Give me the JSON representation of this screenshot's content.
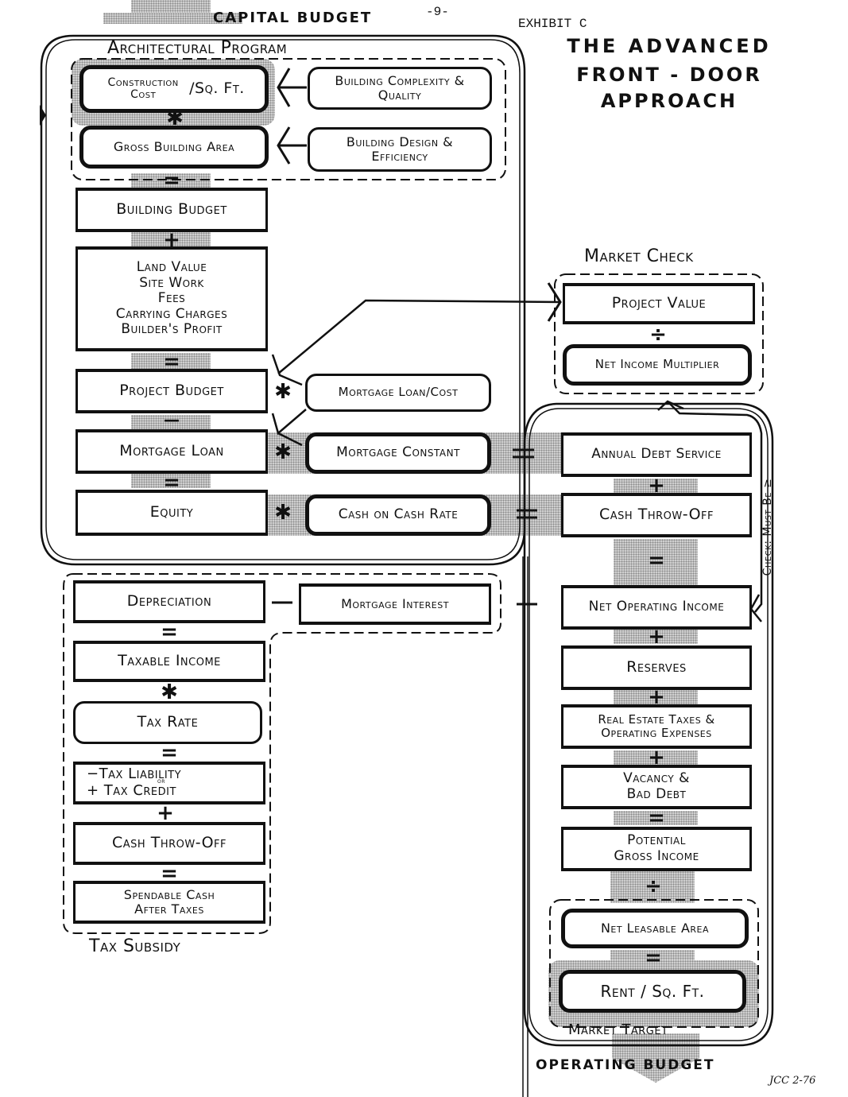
{
  "page_number": "-9-",
  "exhibit": "EXHIBIT C",
  "title": {
    "line1": "THE ADVANCED",
    "line2": "FRONT - DOOR",
    "line3": "APPROACH"
  },
  "sections": {
    "capital_budget": "CAPITAL BUDGET",
    "operating_budget": "OPERATING BUDGET",
    "architectural_program": "Architectural Program",
    "market_check": "Market Check",
    "tax_subsidy": "Tax Subsidy",
    "market_target": "Market Target"
  },
  "capital": {
    "construction_cost": "Construction Cost",
    "per_sqft": "/Sq. Ft.",
    "complexity": "Building Complexity & Quality",
    "gross_area": "Gross Building Area",
    "design": "Building Design & Efficiency",
    "building_budget": "Building Budget",
    "soft_costs": [
      "Land Value",
      "Site Work",
      "Fees",
      "Carrying Charges",
      "Builder's Profit"
    ],
    "project_budget": "Project Budget",
    "loan_cost": "Mortgage Loan/Cost",
    "mortgage_loan": "Mortgage Loan",
    "mortgage_constant": "Mortgage Constant",
    "equity": "Equity",
    "cash_rate": "Cash on Cash Rate"
  },
  "market": {
    "project_value": "Project Value",
    "multiplier": "Net Income Multiplier"
  },
  "operating": {
    "debt_service": "Annual Debt Service",
    "cash_throw_off": "Cash Throw-Off",
    "noi": "Net Operating Income",
    "check_note": "Check: Must Be ≥",
    "reserves": "Reserves",
    "taxes_line1": "Real Estate Taxes &",
    "taxes_line2": "Operating Expenses",
    "vacancy_line1": "Vacancy &",
    "vacancy_line2": "Bad Debt",
    "pgi_line1": "Potential",
    "pgi_line2": "Gross Income",
    "leasable_area": "Net Leasable Area",
    "rent": "Rent / Sq. Ft."
  },
  "tax": {
    "depreciation": "Depreciation",
    "interest": "Mortgage Interest",
    "taxable_income": "Taxable Income",
    "tax_rate": "Tax Rate",
    "liability_line1": "−Tax Liability",
    "liability_or": "or",
    "liability_line2": "+ Tax Credit",
    "cash_throw_off": "Cash Throw-Off",
    "spendable_line1": "Spendable Cash",
    "spendable_line2": "After Taxes"
  },
  "operators": {
    "times": "✱",
    "equals": "=",
    "plus": "+",
    "minus": "—",
    "divide": "÷"
  },
  "signature": "JCC 2-76"
}
